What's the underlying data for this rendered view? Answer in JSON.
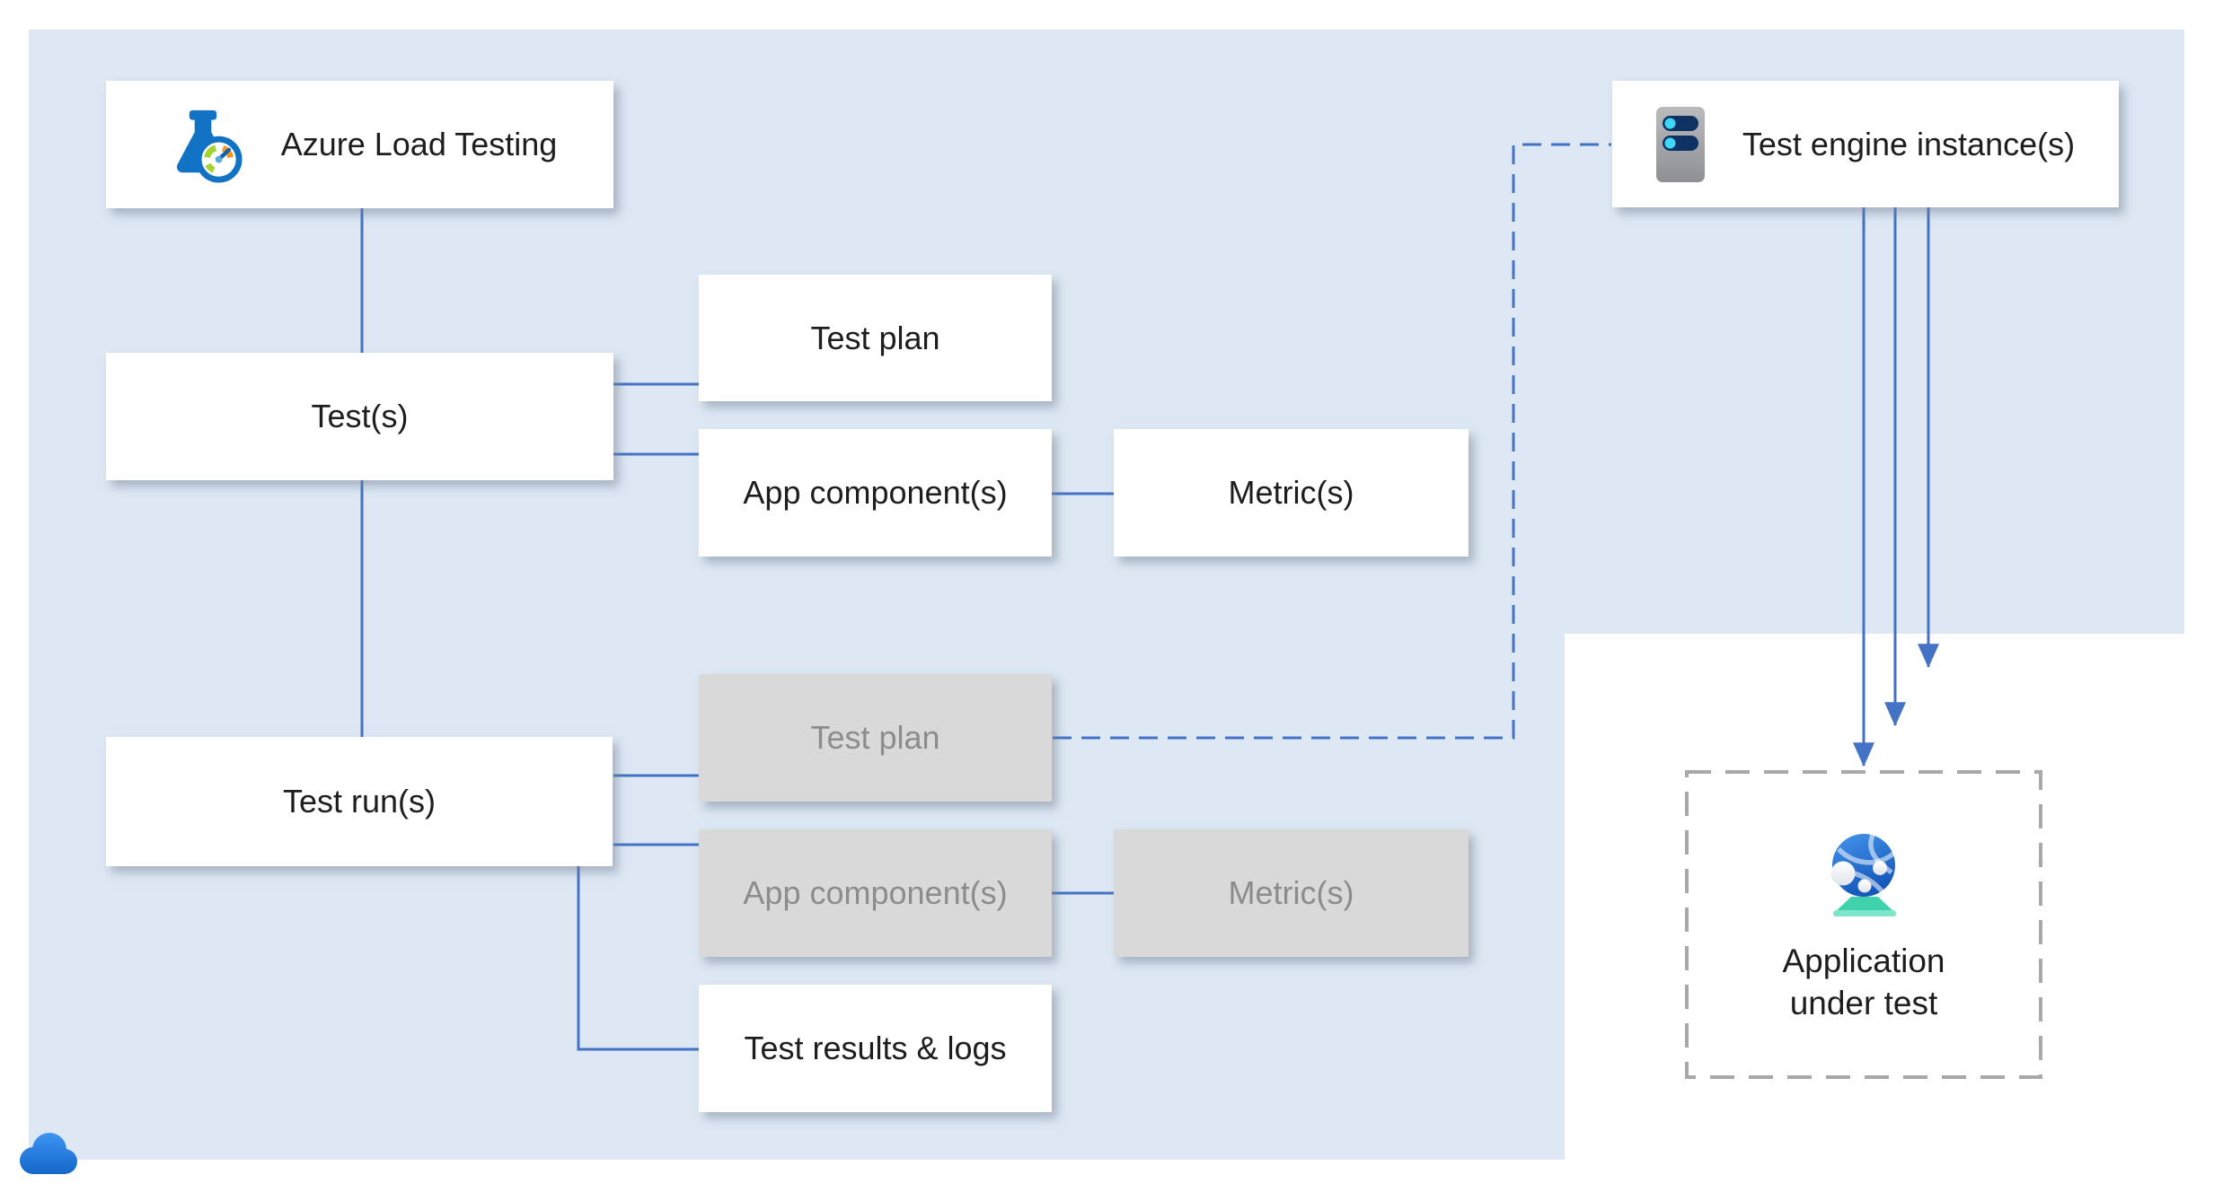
{
  "diagram": {
    "nodes": {
      "azure": {
        "label": "Azure Load Testing",
        "icon": "load-testing-icon"
      },
      "tests": {
        "label": "Test(s)"
      },
      "plan": {
        "label": "Test plan"
      },
      "components": {
        "label": "App component(s)"
      },
      "metrics": {
        "label": "Metric(s)"
      },
      "runs": {
        "label": "Test run(s)"
      },
      "run_plan": {
        "label": "Test plan"
      },
      "run_components": {
        "label": "App component(s)"
      },
      "run_metrics": {
        "label": "Metric(s)"
      },
      "results": {
        "label": "Test results & logs"
      },
      "engines": {
        "label": "Test engine instance(s)",
        "icon": "server-icon"
      },
      "aut": {
        "line1": "Application",
        "line2": "under test",
        "icon": "web-app-icon"
      }
    },
    "corner_icon": "azure-cloud-icon",
    "colors": {
      "panel-blue": "#dde8f4",
      "connector-blue": "#4472c4",
      "node-white": "#ffffff",
      "node-gray": "#d9d9d9",
      "node-gray-text": "#8c8c8c",
      "text-dark": "#1d1d1d",
      "dashed-gray": "#a8a8a8"
    }
  }
}
